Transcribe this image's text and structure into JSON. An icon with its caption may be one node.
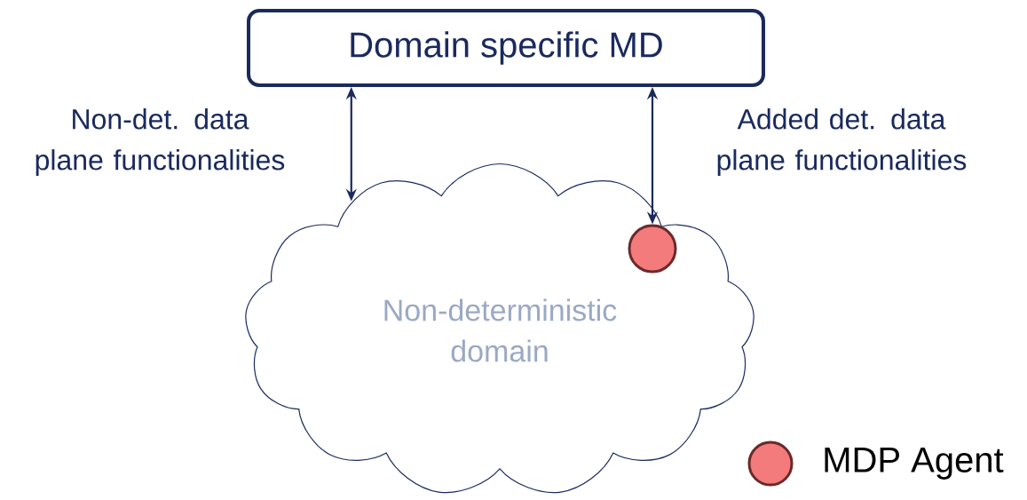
{
  "diagram": {
    "nodes": [
      {
        "text": [
          "Domain specific MD"
        ]
      },
      {
        "text": [
          "Non-deterministic domain"
        ]
      },
      {
        "text": [],
        "shape": "circle",
        "in": 1
      }
    ],
    "edges": [
      {
        "from": 0,
        "to": 1,
        "arrow": "both",
        "label": "Non-det. data plane functionalities"
      },
      {
        "from": 0,
        "to": 2,
        "arrow": "both",
        "label": "Added det. data plane functionalities"
      }
    ],
    "legend": [
      {
        "text": "MDP Agent",
        "color": "#f47b7b"
      }
    ]
  }
}
